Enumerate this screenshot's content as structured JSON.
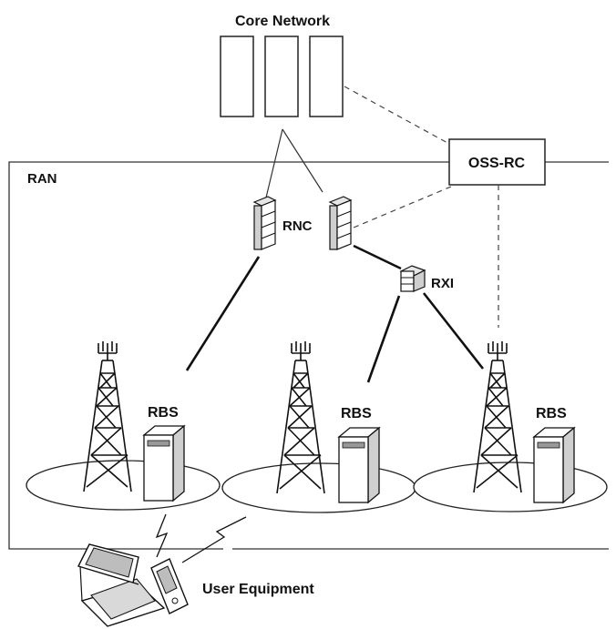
{
  "diagram": {
    "core_network": {
      "label": "Core Network"
    },
    "oss": {
      "label": "OSS-RC"
    },
    "ran": {
      "label": "RAN"
    },
    "rnc": {
      "label": "RNC"
    },
    "rxi": {
      "label": "RXI"
    },
    "rbs_sites": [
      {
        "label": "RBS"
      },
      {
        "label": "RBS"
      },
      {
        "label": "RBS"
      }
    ],
    "user_equipment": {
      "label": "User Equipment"
    },
    "colors": {
      "line": "#111111",
      "dashed": "#444444",
      "fill": "#ffffff",
      "shade": "#cfcfcf"
    }
  }
}
